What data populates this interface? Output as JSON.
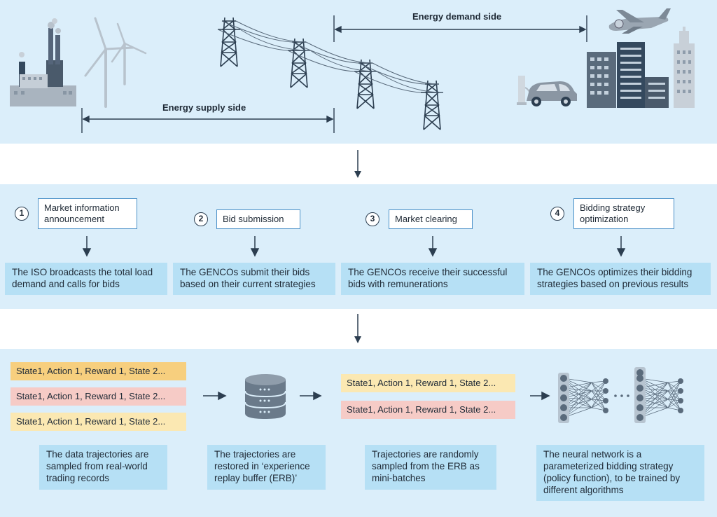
{
  "supply_side": {
    "label": "Energy supply side"
  },
  "demand_side": {
    "label": "Energy demand side"
  },
  "steps": [
    {
      "num": "1",
      "label": "Market information announcement",
      "desc": "The ISO broadcasts the total load demand and calls for bids"
    },
    {
      "num": "2",
      "label": "Bid submission",
      "desc": "The GENCOs submit their bids based on their current strategies"
    },
    {
      "num": "3",
      "label": "Market clearing",
      "desc": "The GENCOs receive their successful bids with remunerations"
    },
    {
      "num": "4",
      "label": "Bidding strategy optimization",
      "desc": "The GENCOs optimizes their bidding strategies based on previous results"
    }
  ],
  "trajectories": {
    "sampled": [
      "State1, Action 1, Reward 1, State 2...",
      "State1, Action 1, Reward 1, State 2...",
      "State1, Action 1, Reward 1, State 2..."
    ],
    "batch": [
      "State1, Action 1, Reward 1, State 2...",
      "State1, Action 1, Reward 1, State 2..."
    ]
  },
  "captions": {
    "data": "The data trajectories are sampled from real-world trading records",
    "erb": "The trajectories are restored in ‘experience replay buffer (ERB)’",
    "batch": "Trajectories are randomly sampled from the ERB as mini-batches",
    "network": "The neural network is a parameterized bidding strategy (policy function), to be trained by different algorithms"
  },
  "colors": {
    "panel": "#dbeefa",
    "desc_box": "#b6e0f5",
    "box_border": "#4a90c8",
    "traj_yellow": "#fbe8b2",
    "traj_orange": "#f7cf7e",
    "traj_pink": "#f6cbc6"
  },
  "icons": [
    "power-plant-icon",
    "wind-turbine-icon",
    "transmission-tower-icon",
    "electric-car-icon",
    "airplane-icon",
    "city-buildings-icon",
    "database-icon",
    "neural-network-icon"
  ]
}
